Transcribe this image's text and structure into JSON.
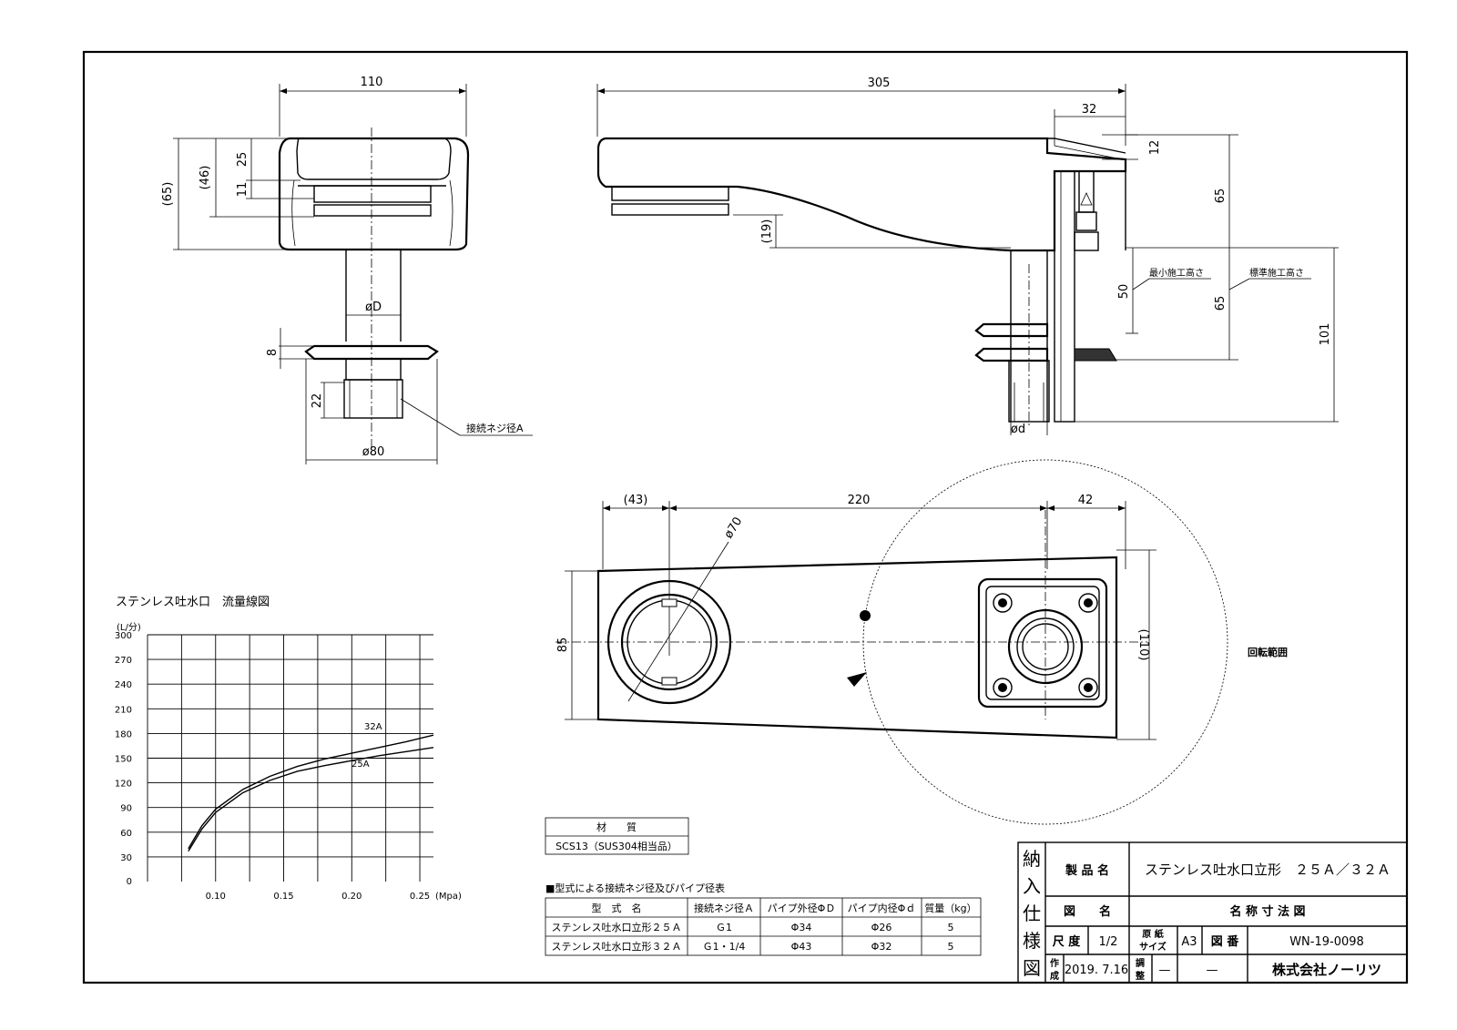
{
  "front_view": {
    "dim_width": "110",
    "dim_height_total": "(65)",
    "dim_height_46": "(46)",
    "dim_25": "25",
    "dim_11": "11",
    "dim_pipe": "øD",
    "dim_8": "8",
    "dim_22": "22",
    "dim_base": "ø80",
    "thread_label": "接続ネジ径A"
  },
  "side_view": {
    "dim_length": "305",
    "dim_32": "32",
    "dim_12": "12",
    "dim_65_upper": "65",
    "dim_19": "(19)",
    "dim_50": "50",
    "dim_65_lower": "65",
    "dim_101": "101",
    "dim_pipe_d": "ød",
    "label_min_height": "最小施工高さ",
    "label_std_height": "標準施工高さ"
  },
  "plan_view": {
    "dim_43": "(43)",
    "dim_220": "220",
    "dim_42": "42",
    "dim_70": "ø70",
    "dim_85": "85",
    "dim_110": "(110)",
    "rotation_label": "回転範囲"
  },
  "flow_chart": {
    "title": "ステンレス吐水口　流量線図"
  },
  "chart_data": {
    "type": "line",
    "title": "ステンレス吐水口　流量線図",
    "ylabel": "(L/分)",
    "xlabel": "(Mpa)",
    "x_ticks": [
      "0.10",
      "0.15",
      "0.20",
      "0.25"
    ],
    "y_ticks": [
      "0",
      "30",
      "60",
      "90",
      "120",
      "150",
      "180",
      "210",
      "240",
      "270",
      "300"
    ],
    "xlim": [
      0.05,
      0.26
    ],
    "ylim": [
      0,
      300
    ],
    "series": [
      {
        "name": "32A",
        "x": [
          0.08,
          0.09,
          0.1,
          0.12,
          0.14,
          0.16,
          0.18,
          0.2,
          0.22,
          0.24,
          0.26
        ],
        "values": [
          40,
          68,
          88,
          112,
          128,
          140,
          149,
          156,
          163,
          170,
          178
        ]
      },
      {
        "name": "25A",
        "x": [
          0.08,
          0.09,
          0.1,
          0.12,
          0.14,
          0.16,
          0.18,
          0.2,
          0.22,
          0.24,
          0.26
        ],
        "values": [
          37,
          64,
          84,
          108,
          123,
          134,
          141,
          147,
          153,
          158,
          163
        ]
      }
    ]
  },
  "material_table": {
    "header": "材　　質",
    "value": "SCS13（SUS304相当品）"
  },
  "spec_table": {
    "caption": "■型式による接続ネジ径及びパイプ径表",
    "headers": [
      "型　式　名",
      "接続ネジ径Ａ",
      "パイプ外径ΦＤ",
      "パイプ内径Φｄ",
      "質量（kg）"
    ],
    "rows": [
      [
        "ステンレス吐水口立形２５Ａ",
        "Ｇ1",
        "Φ34",
        "Φ26",
        "5"
      ],
      [
        "ステンレス吐水口立形３２Ａ",
        "Ｇ1・1/4",
        "Φ43",
        "Φ32",
        "5"
      ]
    ]
  },
  "title_block": {
    "side_chars": [
      "納",
      "入",
      "仕",
      "様",
      "図"
    ],
    "product_label": "製 品 名",
    "product_value": "ステンレス吐水口立形　２５Ａ／３２Ａ",
    "drawing_label": "図　　名",
    "drawing_value": "名 称 寸 法 図",
    "scale_label": "尺 度",
    "scale_value": "1/2",
    "paper_label_1": "原 紙",
    "paper_label_2": "サイズ",
    "paper_value": "A3",
    "number_label": "図 番",
    "number_value": "WN-19-0098",
    "made_label_1": "作",
    "made_label_2": "成",
    "made_value": "2019. 7.16",
    "adjust_label_1": "調",
    "adjust_label_2": "整",
    "adjust_value_1": "—",
    "adjust_value_2": "—",
    "company": "株式会社ノーリツ"
  }
}
